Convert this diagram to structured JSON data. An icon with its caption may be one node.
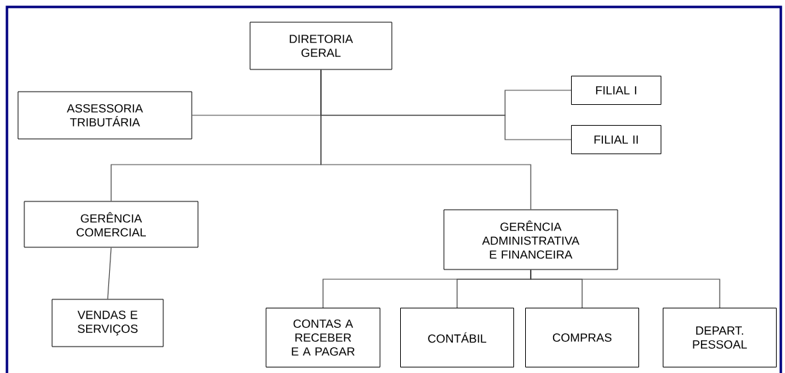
{
  "diagram": {
    "nodes": [
      {
        "text": [
          "DIRETORIA GERAL"
        ]
      },
      {
        "text": [
          "ASSESSORIA TRIBUTÁRIA"
        ]
      },
      {
        "text": [
          "FILIAL I"
        ]
      },
      {
        "text": [
          "FILIAL II"
        ]
      },
      {
        "text": [
          "GERÊNCIA COMERCIAL"
        ]
      },
      {
        "text": [
          "GERÊNCIA ADMINISTRATIVA E FINANCEIRA"
        ]
      },
      {
        "text": [
          "VENDAS E SERVIÇOS"
        ]
      },
      {
        "text": [
          "CONTAS A RECEBER E A PAGAR"
        ]
      },
      {
        "text": [
          "CONTÁBIL"
        ]
      },
      {
        "text": [
          "COMPRAS"
        ]
      },
      {
        "text": [
          "DEPART. PESSOAL"
        ]
      }
    ],
    "edges": [
      {
        "from": 0,
        "to": 1,
        "arrow": "none"
      },
      {
        "from": 0,
        "to": 2,
        "arrow": "none"
      },
      {
        "from": 0,
        "to": 3,
        "arrow": "none"
      },
      {
        "from": 0,
        "to": 4,
        "arrow": "none"
      },
      {
        "from": 0,
        "to": 5,
        "arrow": "none"
      },
      {
        "from": 4,
        "to": 6,
        "arrow": "none"
      },
      {
        "from": 5,
        "to": 7,
        "arrow": "none"
      },
      {
        "from": 5,
        "to": 8,
        "arrow": "none"
      },
      {
        "from": 5,
        "to": 9,
        "arrow": "none"
      },
      {
        "from": 5,
        "to": 10,
        "arrow": "none"
      }
    ]
  }
}
